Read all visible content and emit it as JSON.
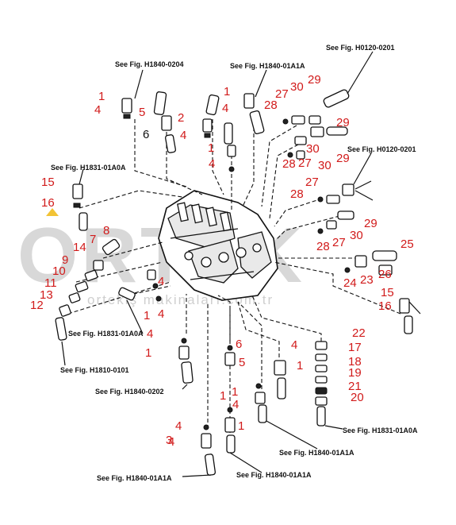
{
  "watermark": {
    "brand": "ORTEK",
    "url": "ortekiş makinaları.com.tr",
    "accent_color": "#f2c335"
  },
  "references": [
    "See Fig. H1840-0204",
    "See Fig. H1840-01A1A",
    "See Fig. H0120-0201",
    "See Fig. H0120-0201",
    "See Fig. H1831-01A0A",
    "See Fig. H1831-01A0A",
    "See Fig. H1810-0101",
    "See Fig. H1840-0202",
    "See Fig. H1831-01A0A",
    "See Fig. H1840-01A1A",
    "See Fig. H1840-01A1A",
    "See Fig. H1840-01A1A"
  ],
  "callouts": [
    "1",
    "4",
    "5",
    "6",
    "2",
    "4",
    "1",
    "4",
    "1",
    "4",
    "28",
    "27",
    "30",
    "29",
    "29",
    "30",
    "27",
    "28",
    "30",
    "29",
    "27",
    "28",
    "29",
    "30",
    "27",
    "28",
    "15",
    "16",
    "14",
    "8",
    "7",
    "9",
    "10",
    "11",
    "13",
    "12",
    "4",
    "4",
    "25",
    "24",
    "23",
    "26",
    "15",
    "16",
    "1",
    "1",
    "4",
    "6",
    "5",
    "4",
    "1",
    "22",
    "17",
    "18",
    "19",
    "21",
    "20",
    "4",
    "1",
    "4",
    "1",
    "4",
    "3",
    "1"
  ],
  "colors": {
    "callout": "#d11a1a",
    "line": "#111111"
  }
}
